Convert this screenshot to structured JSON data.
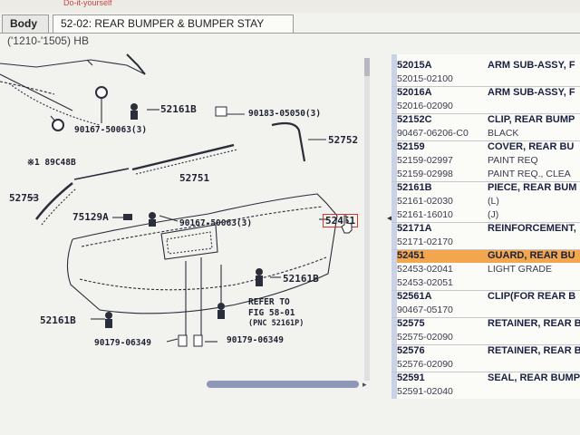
{
  "top_hint": "Do-it-yourself",
  "tabs": {
    "body": "Body",
    "active": "52-02: REAR BUMPER & BUMPER STAY"
  },
  "subtitle": "('1210-'1505) HB",
  "diagram_labels": {
    "l52161b_top": "52161B",
    "l90183": "90183-05050(3)",
    "l90167_top": "90167-50063(3)",
    "l52752": "52752",
    "l89c48b": "※1 89C48B",
    "l52751": "52751",
    "l52753": "52753",
    "l90167_mid": "90167-50063(3)",
    "l75129a": "75129A",
    "l52451": "52451",
    "l52161b_mid": "52161B",
    "refer1": "REFER TO",
    "refer2": "FIG 58-01",
    "refer3": "(PNC 52161P)",
    "l52161b_low": "52161B",
    "l90179_a": "90179-06349",
    "l90179_b": "90179-06349"
  },
  "parts": [
    {
      "type": "head",
      "pn": "52015A",
      "desc": "ARM SUB-ASSY, F"
    },
    {
      "type": "sub",
      "pn": "52015-02100",
      "desc": ""
    },
    {
      "type": "head",
      "pn": "52016A",
      "desc": "ARM SUB-ASSY, F"
    },
    {
      "type": "sub",
      "pn": "52016-02090",
      "desc": ""
    },
    {
      "type": "head",
      "pn": "52152C",
      "desc": "CLIP, REAR BUMP"
    },
    {
      "type": "sub",
      "pn": "90467-06206-C0",
      "desc": "BLACK"
    },
    {
      "type": "head",
      "pn": "52159",
      "desc": "COVER, REAR BU"
    },
    {
      "type": "sub",
      "pn": "52159-02997",
      "desc": "PAINT REQ"
    },
    {
      "type": "sub",
      "pn": "52159-02998",
      "desc": "PAINT REQ., CLEA"
    },
    {
      "type": "head",
      "pn": "52161B",
      "desc": "PIECE, REAR BUM"
    },
    {
      "type": "sub",
      "pn": "52161-02030",
      "desc": "(L)"
    },
    {
      "type": "sub",
      "pn": "52161-16010",
      "desc": "(J)"
    },
    {
      "type": "head",
      "pn": "52171A",
      "desc": "REINFORCEMENT,"
    },
    {
      "type": "sub",
      "pn": "52171-02170",
      "desc": ""
    },
    {
      "type": "head sel",
      "pn": "52451",
      "desc": "GUARD, REAR BU"
    },
    {
      "type": "sub",
      "pn": "52453-02041",
      "desc": "LIGHT GRADE"
    },
    {
      "type": "sub",
      "pn": "52453-02051",
      "desc": ""
    },
    {
      "type": "head",
      "pn": "52561A",
      "desc": "CLIP(FOR REAR B"
    },
    {
      "type": "sub",
      "pn": "90467-05170",
      "desc": ""
    },
    {
      "type": "head",
      "pn": "52575",
      "desc": "RETAINER, REAR B"
    },
    {
      "type": "sub",
      "pn": "52575-02090",
      "desc": ""
    },
    {
      "type": "head",
      "pn": "52576",
      "desc": "RETAINER, REAR B"
    },
    {
      "type": "sub",
      "pn": "52576-02090",
      "desc": ""
    },
    {
      "type": "head",
      "pn": "52591",
      "desc": "SEAL, REAR BUMP"
    },
    {
      "type": "sub",
      "pn": "52591-02040",
      "desc": ""
    }
  ],
  "colors": {
    "selected_row": "#f2a74e",
    "highlight_box": "#d8342c",
    "scrollbar": "#8e97b8"
  }
}
